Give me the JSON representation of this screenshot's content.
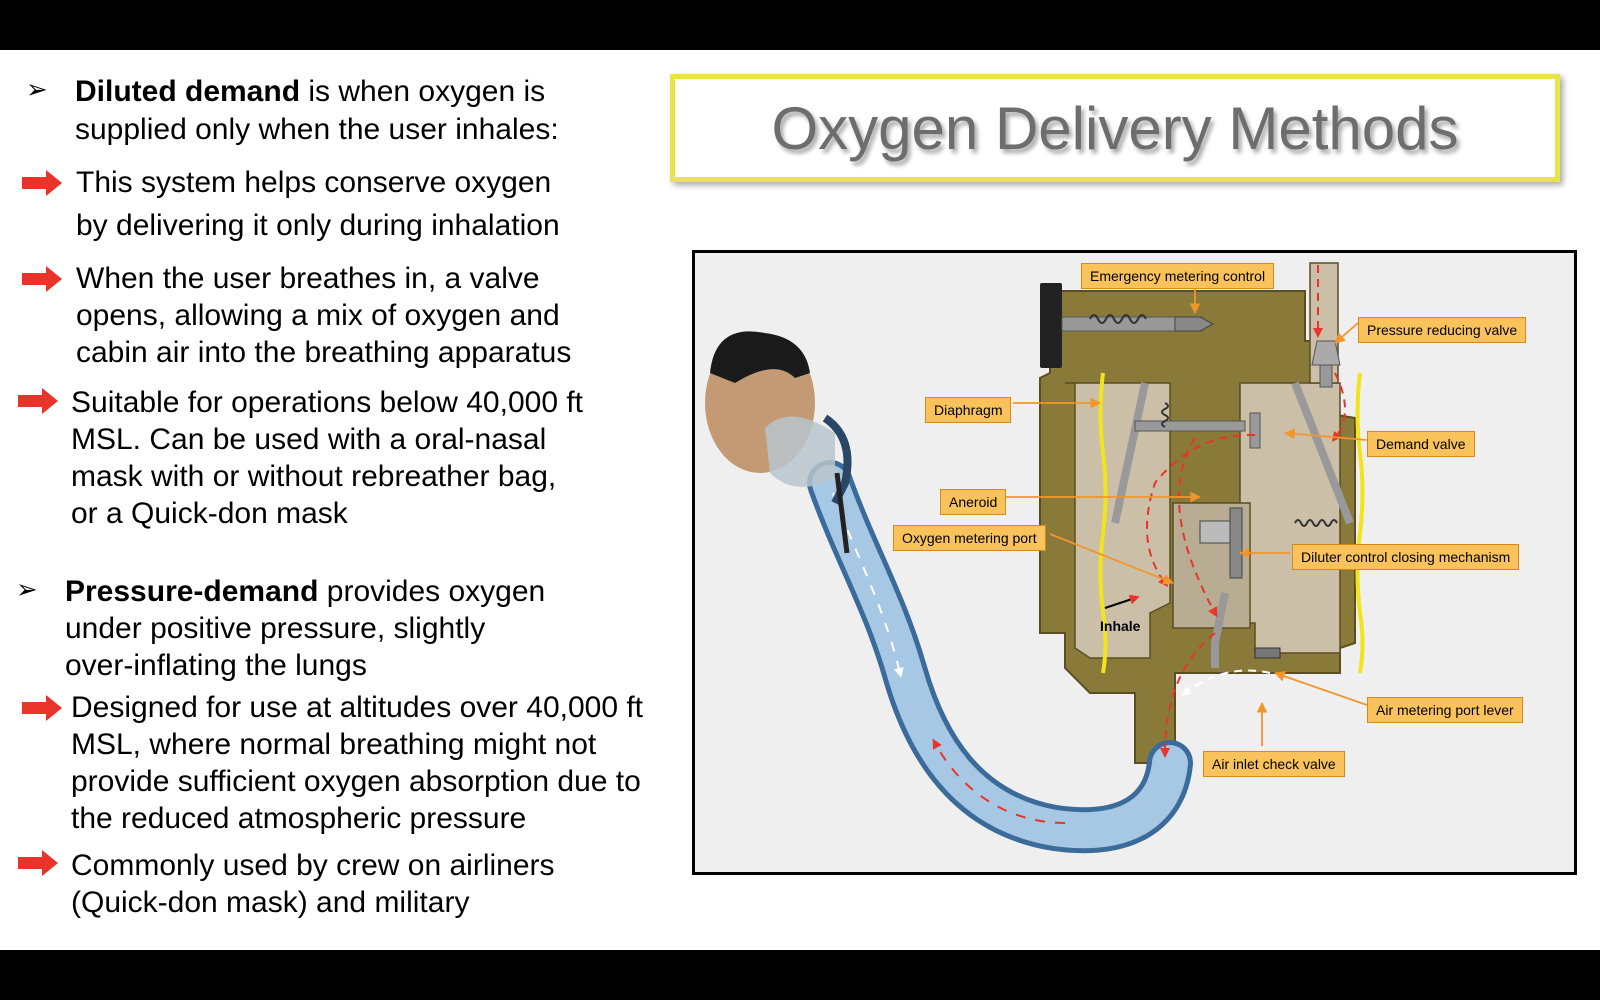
{
  "title": "Oxygen Delivery Methods",
  "left": {
    "diluted": {
      "bold": "Diluted demand",
      "rest1": " is when oxygen is",
      "line2": "supplied only when the user inhales:",
      "p1": [
        "This system helps conserve oxygen",
        "by delivering it only during inhalation"
      ],
      "p2": [
        "When the user breathes in, a valve",
        "opens, allowing a mix of oxygen and",
        "cabin air into the breathing apparatus"
      ],
      "p3": [
        "Suitable for operations below 40,000 ft",
        "MSL. Can be used with a oral-nasal",
        "mask with or without rebreather bag,",
        "or a Quick-don mask"
      ]
    },
    "pressure": {
      "bold": "Pressure-demand",
      "rest1": " provides oxygen",
      "line2": "under positive pressure, slightly",
      "line3": "over-inflating the lungs",
      "p1": [
        "Designed for use at altitudes over 40,000 ft",
        "MSL, where normal breathing might not",
        "provide sufficient oxygen absorption due to",
        "the reduced atmospheric pressure"
      ],
      "p2": [
        "Commonly used by crew on airliners",
        "(Quick-don mask) and military"
      ]
    }
  },
  "figure": {
    "labels": {
      "emergency": "Emergency metering control",
      "pressure_reducing": "Pressure reducing valve",
      "diaphragm": "Diaphragm",
      "demand_valve": "Demand valve",
      "aneroid": "Aneroid",
      "oxygen_port": "Oxygen metering port",
      "diluter": "Diluter control closing mechanism",
      "air_metering": "Air metering port lever",
      "air_inlet": "Air inlet check valve",
      "inhale": "Inhale"
    }
  },
  "colors": {
    "arrow_red": "#e8342a",
    "label_fill": "#f9c25a",
    "title_border": "#e9e44d",
    "housing": "#8a7a3a"
  }
}
